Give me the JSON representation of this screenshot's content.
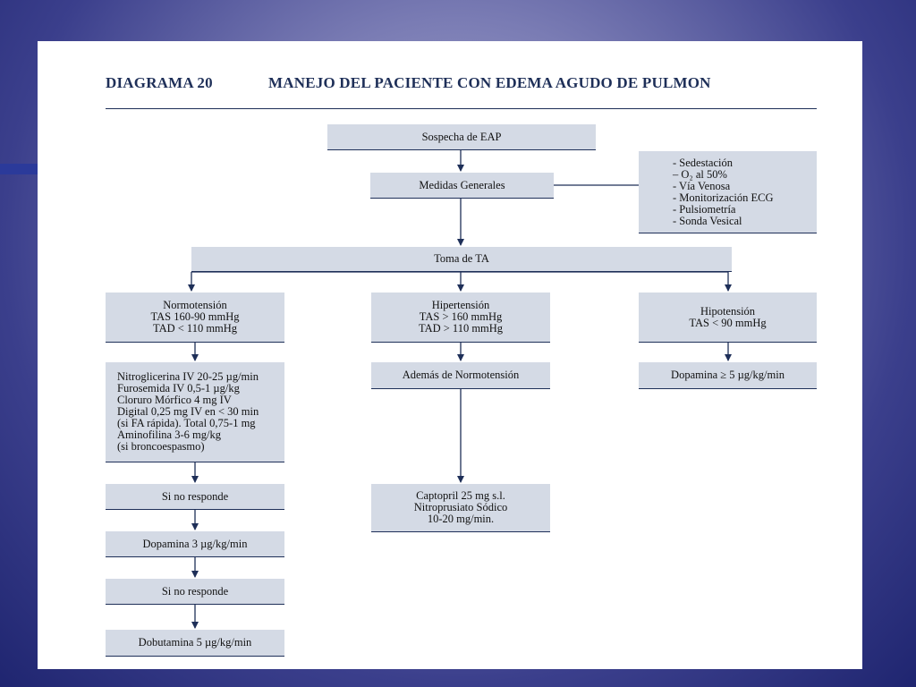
{
  "title": {
    "number": "DIAGRAMA 20",
    "text": "MANEJO DEL PACIENTE CON EDEMA AGUDO DE PULMON"
  },
  "nodes": {
    "sospecha": [
      "Sospecha de EAP"
    ],
    "medidas": [
      "Medidas Generales"
    ],
    "medidas_list": [
      "- Sedestación",
      "– O₂ al 50%",
      "- Vía Venosa",
      "- Monitorización ECG",
      "- Pulsiometría",
      "- Sonda Vesical"
    ],
    "toma": [
      "Toma de TA"
    ],
    "normo": [
      "Normotensión",
      "TAS 160-90 mmHg",
      "TAD < 110 mmHg"
    ],
    "hiper": [
      "Hipertensión",
      "TAS > 160 mmHg",
      "TAD > 110 mmHg"
    ],
    "hipo": [
      "Hipotensión",
      "TAS < 90 mmHg"
    ],
    "normo_tx": [
      "Nitroglicerina IV 20-25 µg/min",
      "Furosemida IV 0,5-1 µg/kg",
      "Cloruro Mórfico 4 mg IV",
      "Digital 0,25 mg IV en < 30 min",
      "(si FA rápida). Total 0,75-1 mg",
      "Aminofilina 3-6 mg/kg",
      "(si broncoespasmo)"
    ],
    "ademas": [
      "Además de Normotensión"
    ],
    "dopamina5": [
      "Dopamina ≥ 5 µg/kg/min"
    ],
    "si_no_1": [
      "Si no responde"
    ],
    "captopril": [
      "Captopril 25 mg s.l.",
      "Nitroprusiato Sódico",
      "10-20 mg/min."
    ],
    "dopamina3": [
      "Dopamina 3 µg/kg/min"
    ],
    "si_no_2": [
      "Si no responde"
    ],
    "dobutamina": [
      "Dobutamina 5 µg/kg/min"
    ]
  }
}
